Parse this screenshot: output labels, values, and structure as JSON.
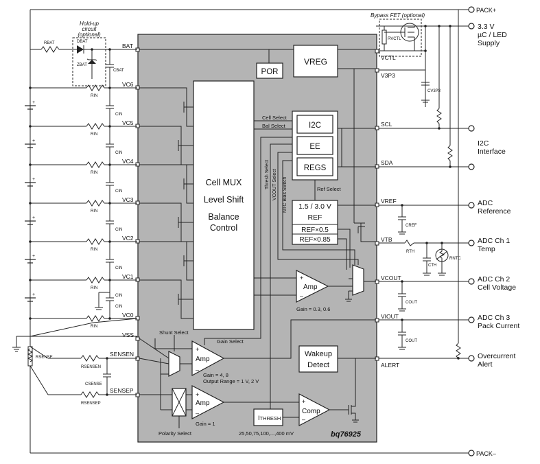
{
  "colors": {
    "ic_fill": "#b4b4b4",
    "line": "#222222",
    "text": "#111111"
  },
  "pack": {
    "plus": "PACK+",
    "minus": "PACK–"
  },
  "hold_up": {
    "title1": "Hold-up",
    "title2": "circuit",
    "title3": "(optional)"
  },
  "bypass": {
    "title": "Bypass FET (optional)"
  },
  "components": {
    "rbat": "RBAT",
    "dbat": "DBAT",
    "zbat": "ZBAT",
    "cbat": "CBAT",
    "rvctl": "RVCTL",
    "cv3p3": "CV3P3",
    "rin": "RIN",
    "cin": "CIN",
    "rsense": "RSENSE",
    "rsensen": "RSENSEN",
    "rsensep": "RSENSEP",
    "csense": "CSENSE",
    "cref": "CREF",
    "rth": "RTH",
    "cth": "CTH",
    "rntc": "RNTC",
    "cout": "COUT"
  },
  "ic": {
    "part": "bq76925",
    "pins_left": [
      "BAT",
      "VC6",
      "VC5",
      "VC4",
      "VC3",
      "VC2",
      "VC1",
      "VC0",
      "VSS",
      "SENSEN",
      "SENSEP"
    ],
    "pins_right": [
      "VCTL",
      "V3P3",
      "SCL",
      "SDA",
      "VREF",
      "VTB",
      "VCOUT",
      "VIOUT",
      "ALERT"
    ],
    "mux": [
      "Cell MUX",
      "Level Shift",
      "Balance",
      "Control"
    ],
    "por": "POR",
    "vreg": "VREG",
    "i2c": "I2C",
    "ee": "EE",
    "regs": "REGS",
    "ref_select": "Ref Select",
    "ref": {
      "line1": "1.5 / 3.0 V",
      "line2": "REF",
      "half": "REF×0.5",
      "scaled": "REF×0.85"
    },
    "cell_select": "Cell Select",
    "bal_select": "Bal Select",
    "thresh_select": "Thresh Select",
    "vcout_select": "VCOUT Select",
    "ntc_bias": "NTC Bias Switch",
    "amp": "Amp",
    "amp_gain": "Gain = 0.3, 0.6",
    "shunt_select": "Shunt Select",
    "gain_select": "Gain Select",
    "current_amp": "Amp",
    "current_gain1": "Gain = 4, 8",
    "current_gain2": "Output Range = 1 V, 2 V",
    "sense_amp": "Amp",
    "sense_gain": "Gain = 1",
    "polarity": "Polarity Select",
    "wakeup1": "Wakeup",
    "wakeup2": "Detect",
    "ithresh_i": "I",
    "ithresh_sub": "THRESH",
    "ithresh_values": "25,50,75,100,...,400 mV",
    "comp": "Comp",
    "plus": "+",
    "minus": "–"
  },
  "outputs": {
    "supply": [
      "3.3 V",
      "µC / LED",
      "Supply"
    ],
    "i2c": [
      "I2C",
      "Interface"
    ],
    "adc_ref": [
      "ADC",
      "Reference"
    ],
    "adc_ch1": [
      "ADC Ch 1",
      "Temp"
    ],
    "adc_ch2": [
      "ADC Ch 2",
      "Cell Voltage"
    ],
    "adc_ch3": [
      "ADC Ch 3",
      "Pack Current"
    ],
    "overcurrent": [
      "Overcurrent",
      "Alert"
    ]
  }
}
